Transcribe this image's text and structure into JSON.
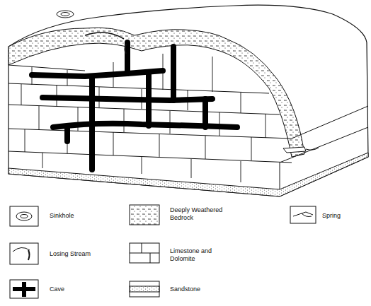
{
  "diagram": {
    "legend": [
      {
        "text": "Sinkhole"
      },
      {
        "text": "Deeply Weathered Bedrock"
      },
      {
        "text": "Spring"
      },
      {
        "text": "Losing Stream"
      },
      {
        "text": "Limestone and Dolomite"
      },
      {
        "text": "Cave"
      },
      {
        "text": "Sandstone"
      }
    ]
  }
}
